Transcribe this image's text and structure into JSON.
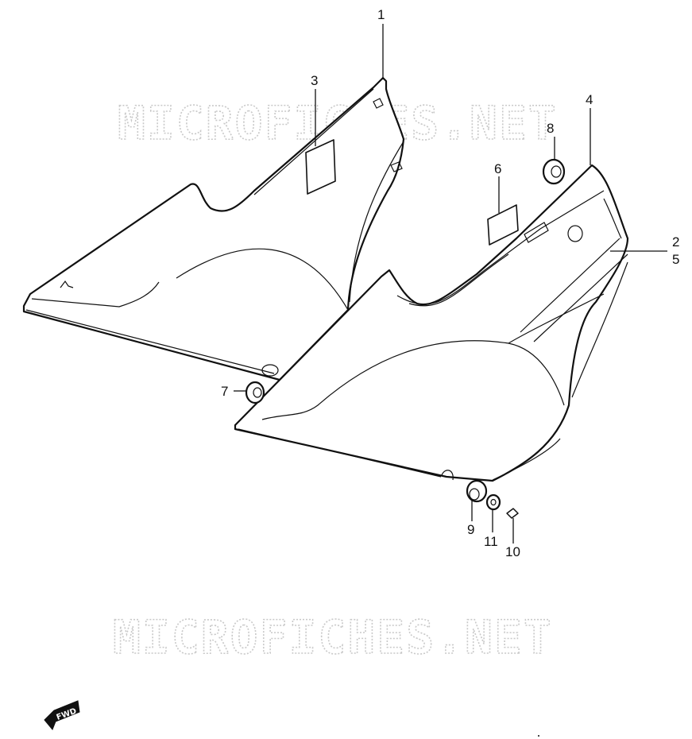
{
  "diagram": {
    "watermarks": [
      "MICROFICHES.NET",
      "MICROFICHES.NET"
    ],
    "callouts": [
      "1",
      "3",
      "4",
      "8",
      "6",
      "2",
      "5",
      "7",
      "9",
      "11",
      "10"
    ],
    "direction_badge": "FWD",
    "colors": {
      "line": "#111111",
      "background": "#ffffff",
      "watermark": "#c9c9c9"
    }
  }
}
